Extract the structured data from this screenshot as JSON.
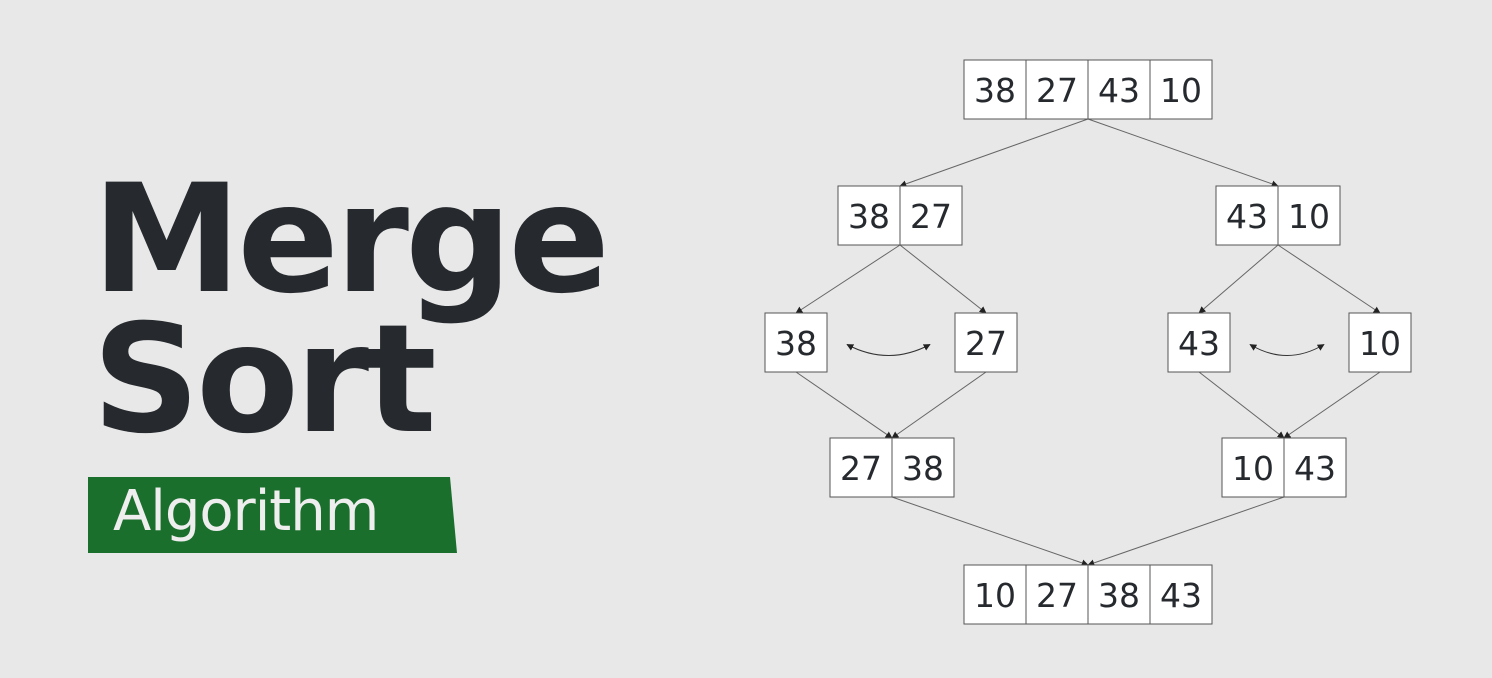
{
  "title": {
    "line1": "Merge",
    "line2": "Sort",
    "tag": "Algorithm"
  },
  "colors": {
    "background": "#e8e8e8",
    "title": "#262a2e",
    "tag_background": "#1b6f2d",
    "tag_text": "#eeeeee",
    "cell_fill": "#ffffff",
    "cell_border": "#555555"
  },
  "diagram": {
    "nodes": [
      {
        "id": "root",
        "level": 0,
        "values": [
          "38",
          "27",
          "43",
          "10"
        ]
      },
      {
        "id": "left-half",
        "level": 1,
        "values": [
          "38",
          "27"
        ]
      },
      {
        "id": "right-half",
        "level": 1,
        "values": [
          "43",
          "10"
        ]
      },
      {
        "id": "leaf-38",
        "level": 2,
        "values": [
          "38"
        ]
      },
      {
        "id": "leaf-27",
        "level": 2,
        "values": [
          "27"
        ]
      },
      {
        "id": "leaf-43",
        "level": 2,
        "values": [
          "43"
        ]
      },
      {
        "id": "leaf-10",
        "level": 2,
        "values": [
          "10"
        ]
      },
      {
        "id": "merged-left",
        "level": 3,
        "values": [
          "27",
          "38"
        ]
      },
      {
        "id": "merged-right",
        "level": 3,
        "values": [
          "10",
          "43"
        ]
      },
      {
        "id": "result",
        "level": 4,
        "values": [
          "10",
          "27",
          "38",
          "43"
        ]
      }
    ],
    "edges": [
      {
        "from": "root",
        "to": "left-half"
      },
      {
        "from": "root",
        "to": "right-half"
      },
      {
        "from": "left-half",
        "to": "leaf-38"
      },
      {
        "from": "left-half",
        "to": "leaf-27"
      },
      {
        "from": "right-half",
        "to": "leaf-43"
      },
      {
        "from": "right-half",
        "to": "leaf-10"
      },
      {
        "from": "leaf-38",
        "to": "merged-left"
      },
      {
        "from": "leaf-27",
        "to": "merged-left"
      },
      {
        "from": "leaf-43",
        "to": "merged-right"
      },
      {
        "from": "leaf-10",
        "to": "merged-right"
      },
      {
        "from": "merged-left",
        "to": "result"
      },
      {
        "from": "merged-right",
        "to": "result"
      }
    ],
    "swaps": [
      {
        "between": [
          "leaf-38",
          "leaf-27"
        ]
      },
      {
        "between": [
          "leaf-43",
          "leaf-10"
        ]
      }
    ]
  }
}
